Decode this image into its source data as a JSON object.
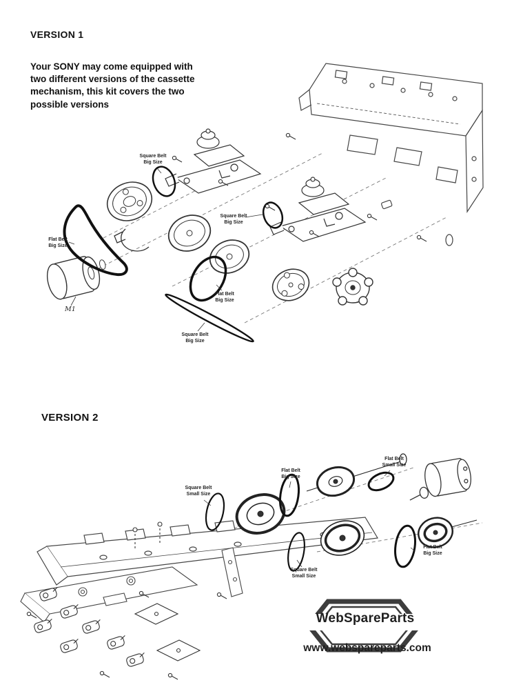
{
  "page": {
    "background": "#ffffff",
    "ink": "#333333"
  },
  "version1": {
    "heading": "VERSION 1",
    "description": "Your SONY may come equipped with\ntwo different versions of the cassette\nmechanism, this kit covers the two\npossible versions",
    "labels": [
      {
        "text": "Square Belt\nBig Size"
      },
      {
        "text": "Square Belt\nBig Size"
      },
      {
        "text": "Flat Belt\nBig Size"
      },
      {
        "text": "Flat Belt\nBig Size"
      },
      {
        "text": "Square Belt\nBig Size"
      },
      {
        "text": "M1"
      }
    ]
  },
  "version2": {
    "heading": "VERSION 2",
    "labels": [
      {
        "text": "Square Belt\nSmall Size"
      },
      {
        "text": "Flat Belt\nBig Size"
      },
      {
        "text": "Flat Belt\nSmall Size"
      },
      {
        "text": "Square Belt\nSmall Size"
      },
      {
        "text": "Flat Belt\nBig Size"
      }
    ]
  },
  "footer": {
    "logo_text": "WebSpareParts",
    "website": "www.webspareparts.com"
  }
}
